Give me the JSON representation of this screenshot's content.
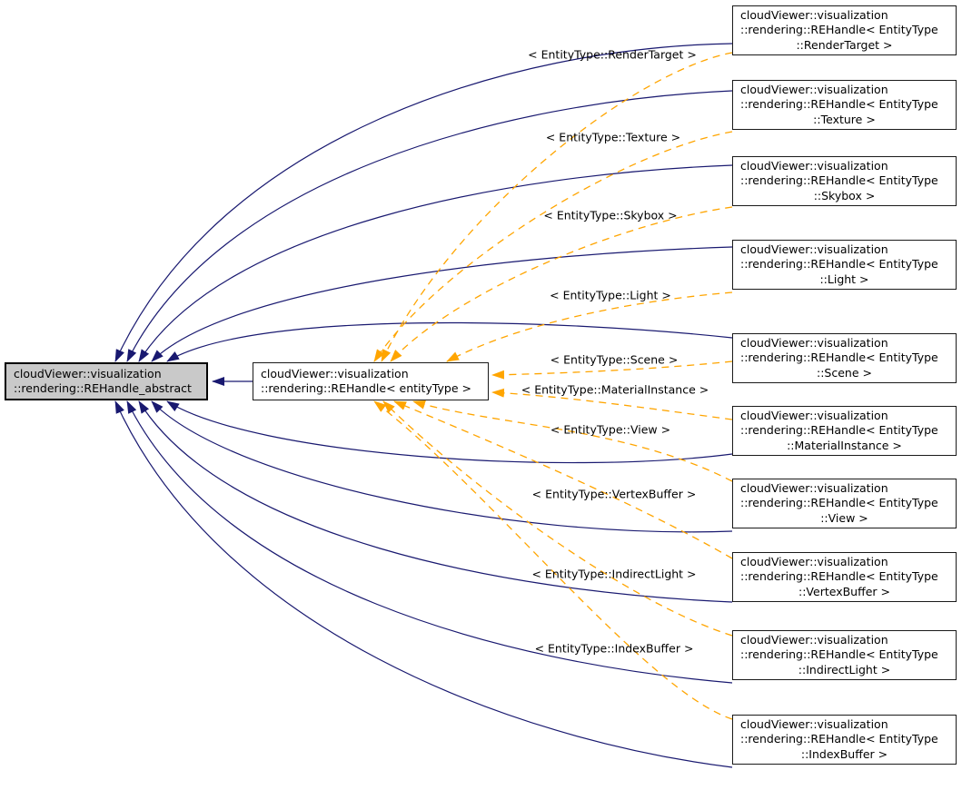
{
  "diagram_type": "class-inheritance-graph",
  "colors": {
    "inheritance_edge": "#191970",
    "template_instance_edge": "#ffa500",
    "node_fill": "#ffffff",
    "focused_node_fill": "#c9c9c9",
    "node_border": "#1a1a1a",
    "background": "#ffffff"
  },
  "base_node": {
    "line1": "cloudViewer::visualization",
    "line2": "::rendering::REHandle_abstract"
  },
  "template_node": {
    "line1": "cloudViewer::visualization",
    "line2": "::rendering::REHandle< entityType >"
  },
  "instance_nodes": [
    {
      "line1": "cloudViewer::visualization",
      "line2": "::rendering::REHandle< EntityType",
      "line3": "::RenderTarget >",
      "edge_label": "< EntityType::RenderTarget >"
    },
    {
      "line1": "cloudViewer::visualization",
      "line2": "::rendering::REHandle< EntityType",
      "line3": "::Texture >",
      "edge_label": "< EntityType::Texture >"
    },
    {
      "line1": "cloudViewer::visualization",
      "line2": "::rendering::REHandle< EntityType",
      "line3": "::Skybox >",
      "edge_label": "< EntityType::Skybox >"
    },
    {
      "line1": "cloudViewer::visualization",
      "line2": "::rendering::REHandle< EntityType",
      "line3": "::Light >",
      "edge_label": "< EntityType::Light >"
    },
    {
      "line1": "cloudViewer::visualization",
      "line2": "::rendering::REHandle< EntityType",
      "line3": "::Scene >",
      "edge_label": "< EntityType::Scene >"
    },
    {
      "line1": "cloudViewer::visualization",
      "line2": "::rendering::REHandle< EntityType",
      "line3": "::MaterialInstance >",
      "edge_label": "< EntityType::MaterialInstance >"
    },
    {
      "line1": "cloudViewer::visualization",
      "line2": "::rendering::REHandle< EntityType",
      "line3": "::View >",
      "edge_label": "< EntityType::View >"
    },
    {
      "line1": "cloudViewer::visualization",
      "line2": "::rendering::REHandle< EntityType",
      "line3": "::VertexBuffer >",
      "edge_label": "< EntityType::VertexBuffer >"
    },
    {
      "line1": "cloudViewer::visualization",
      "line2": "::rendering::REHandle< EntityType",
      "line3": "::IndirectLight >",
      "edge_label": "< EntityType::IndirectLight >"
    },
    {
      "line1": "cloudViewer::visualization",
      "line2": "::rendering::REHandle< EntityType",
      "line3": "::IndexBuffer >",
      "edge_label": "< EntityType::IndexBuffer >"
    }
  ]
}
